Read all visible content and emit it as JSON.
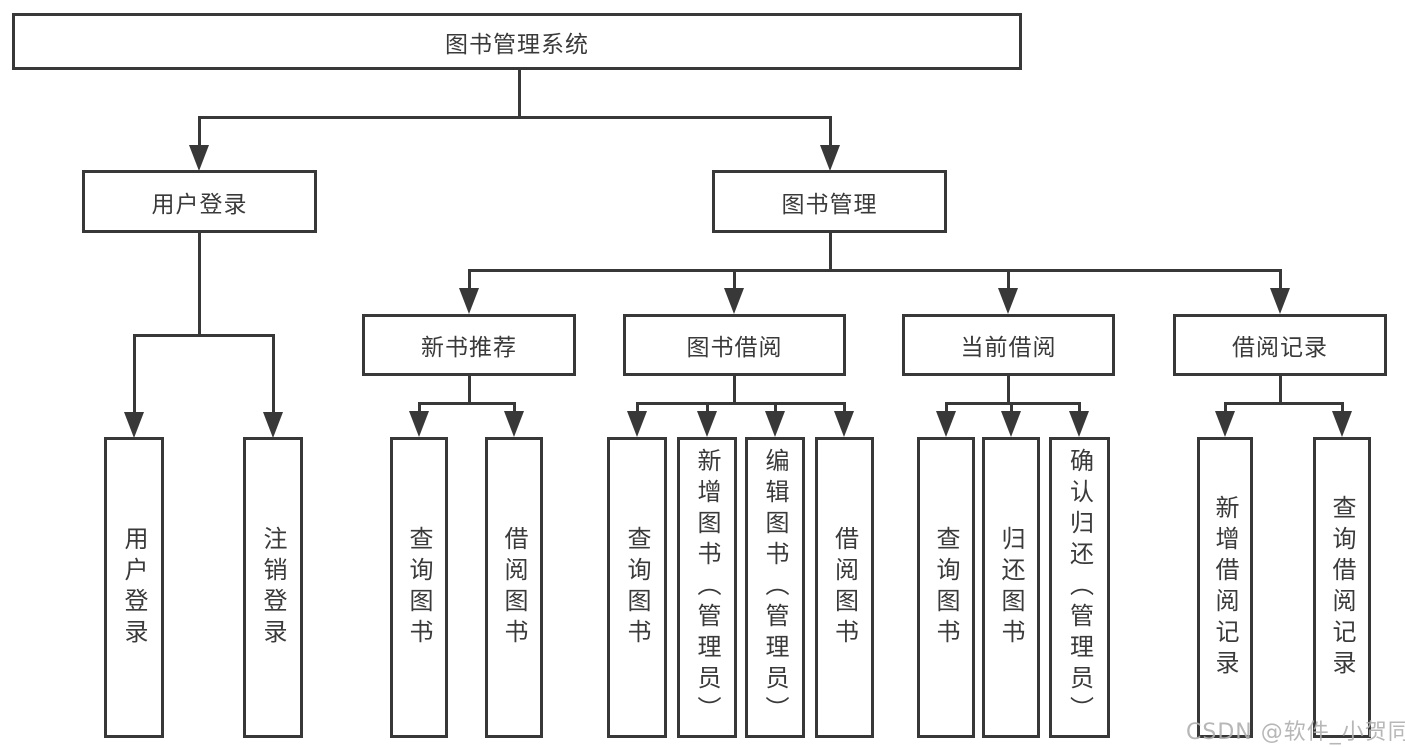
{
  "diagram_title": "图书管理系统",
  "tree": {
    "label": "图书管理系统",
    "children": [
      {
        "label": "用户登录",
        "children": [
          {
            "label": "用户登录"
          },
          {
            "label": "注销登录"
          }
        ]
      },
      {
        "label": "图书管理",
        "children": [
          {
            "label": "新书推荐",
            "children": [
              {
                "label": "查询图书"
              },
              {
                "label": "借阅图书"
              }
            ]
          },
          {
            "label": "图书借阅",
            "children": [
              {
                "label": "查询图书"
              },
              {
                "label": "新增图书（管理员）"
              },
              {
                "label": "编辑图书（管理员）"
              },
              {
                "label": "借阅图书"
              }
            ]
          },
          {
            "label": "当前借阅",
            "children": [
              {
                "label": "查询图书"
              },
              {
                "label": "归还图书"
              },
              {
                "label": "确认归还（管理员）"
              }
            ]
          },
          {
            "label": "借阅记录",
            "children": [
              {
                "label": "新增借阅记录"
              },
              {
                "label": "查询借阅记录"
              }
            ]
          }
        ]
      }
    ]
  },
  "watermark": {
    "text": "CSDN @软件_小贺同学"
  },
  "colors": {
    "line": "#383838",
    "text": "#3a3a3a",
    "background": "#ffffff",
    "watermark": "#afafaf"
  }
}
